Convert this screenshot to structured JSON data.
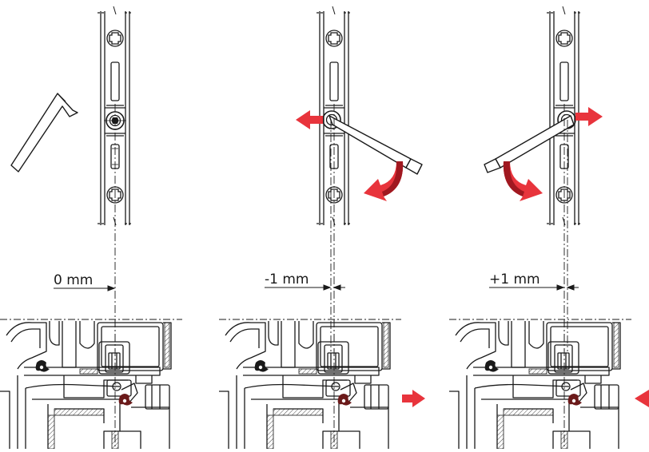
{
  "panels": [
    {
      "id": "neutral",
      "offset_label": "0 mm"
    },
    {
      "id": "minus",
      "offset_label": "-1 mm"
    },
    {
      "id": "plus",
      "offset_label": "+1 mm"
    }
  ],
  "colors": {
    "line": "#1a1a1a",
    "accent": "#e8343c",
    "accent_dark": "#a01820",
    "accent_light": "#f07a7e",
    "seal": "#6b1a1a",
    "background": "#ffffff"
  },
  "icons": {
    "tool": "hex-key-icon",
    "rotation": "curved-arrow-icon",
    "direction": "arrow-icon"
  }
}
